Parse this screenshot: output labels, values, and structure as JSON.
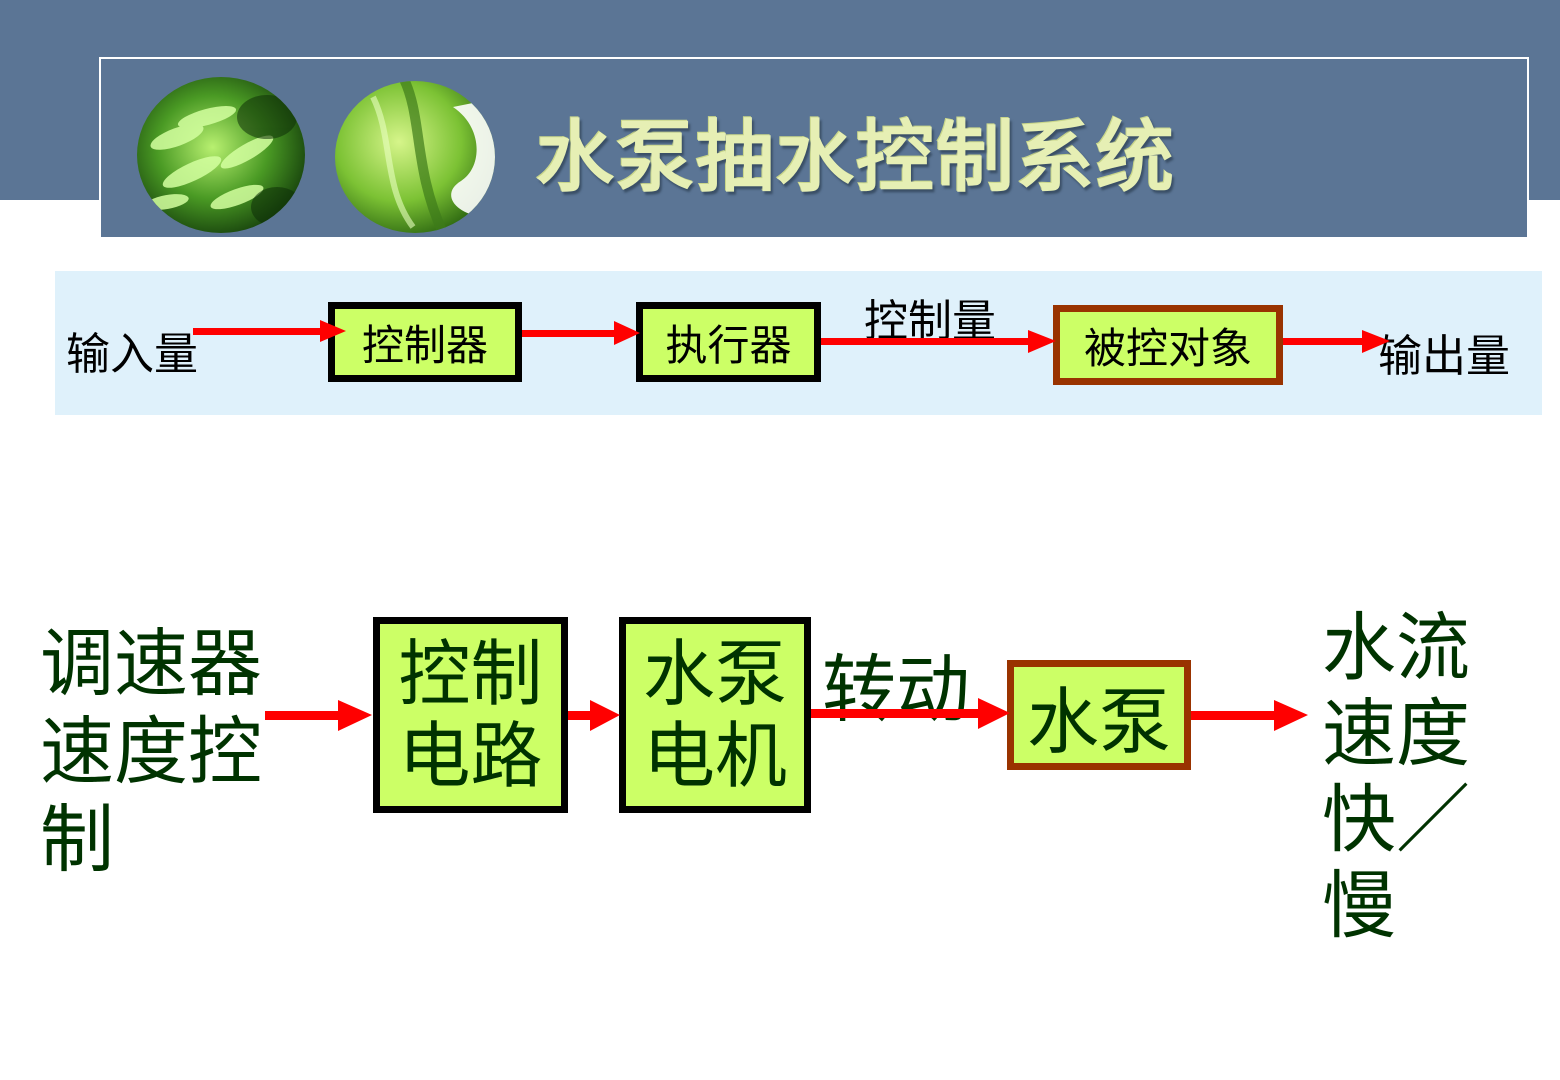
{
  "title": "水泵抽水控制系统",
  "colors": {
    "header_bg": "#5b7595",
    "title_text": "#e6efb4",
    "strip_bg": "#dff1fb",
    "box_fill": "#ccff66",
    "box_border": "#000000",
    "plant_border": "#993300",
    "arrow": "#ff0000",
    "scenario_text": "#003300"
  },
  "icons": [
    "green-leaf-icon",
    "green-leaf-swirl-icon"
  ],
  "general": {
    "input": "输入量",
    "controller": "控制器",
    "actuator": "执行器",
    "control_quantity": "控制量",
    "plant": "被控对象",
    "output": "输出量"
  },
  "pump": {
    "input": "调速器\n速度控\n制",
    "controller": "控制\n电路",
    "actuator": "水泵\n电机",
    "control_quantity": "转动",
    "plant": "水泵",
    "output": "水流\n速度\n快／\n慢"
  }
}
